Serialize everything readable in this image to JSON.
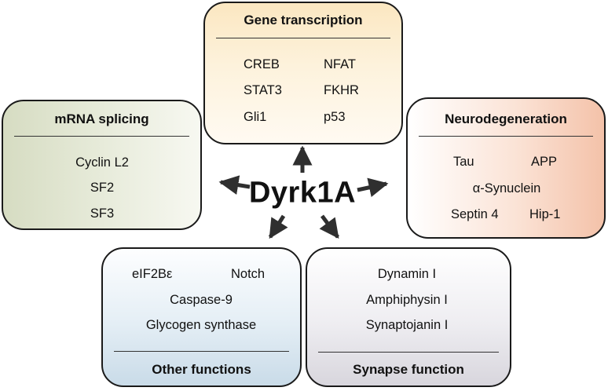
{
  "center": {
    "label": "Dyrk1A"
  },
  "boxes": {
    "gene_transcription": {
      "title": "Gene transcription",
      "items": [
        "CREB",
        "NFAT",
        "STAT3",
        "FKHR",
        "Gli1",
        "p53"
      ]
    },
    "mrna_splicing": {
      "title": "mRNA splicing",
      "items": [
        "Cyclin L2",
        "SF2",
        "SF3"
      ]
    },
    "neurodegeneration": {
      "title": "Neurodegeneration",
      "items": [
        "Tau",
        "APP",
        "α-Synuclein",
        "Septin 4",
        "Hip-1"
      ]
    },
    "other_functions": {
      "title": "Other functions",
      "items": [
        "eIF2Bε",
        "Notch",
        "Caspase-9",
        "Glycogen synthase"
      ]
    },
    "synapse_function": {
      "title": "Synapse function",
      "items": [
        "Dynamin I",
        "Amphiphysin I",
        "Synaptojanin I"
      ]
    }
  },
  "colors": {
    "gene_transcription": "#fbe7c1",
    "mrna_splicing": "#d6dcc2",
    "neurodegeneration": "#f4c2a9",
    "other_functions": "#c9dbe8",
    "synapse_function": "#d8d6dd",
    "arrow": "#2f2f2f"
  }
}
